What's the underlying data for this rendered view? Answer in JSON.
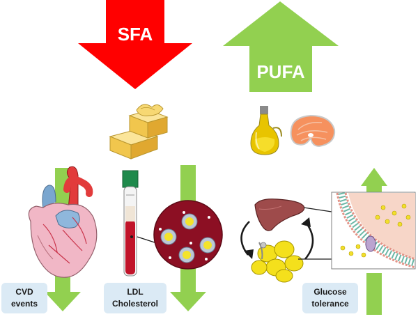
{
  "arrows": {
    "sfa_label": "SFA",
    "pufa_label": "PUFA"
  },
  "outcomes": {
    "cvd": {
      "line1": "CVD",
      "line2": "events"
    },
    "ldl": {
      "line1": "LDL",
      "line2": "Cholesterol"
    },
    "glucose": {
      "line1": "Glucose",
      "line2": "tolerance"
    }
  },
  "colors": {
    "sfa_arrow": "#ff0000",
    "pufa_arrow": "#92d050",
    "effect_arrows": "#92d050",
    "label_box": "#dbeaf5",
    "ldl_circle": "#8c0f23"
  },
  "icons": [
    "butter-icon",
    "olive-oil-bottle-icon",
    "salmon-steak-icon",
    "heart-icon",
    "blood-tube-icon",
    "ldl-particle-icon",
    "liver-icon",
    "adipose-tissue-icon",
    "cell-membrane-icon"
  ]
}
